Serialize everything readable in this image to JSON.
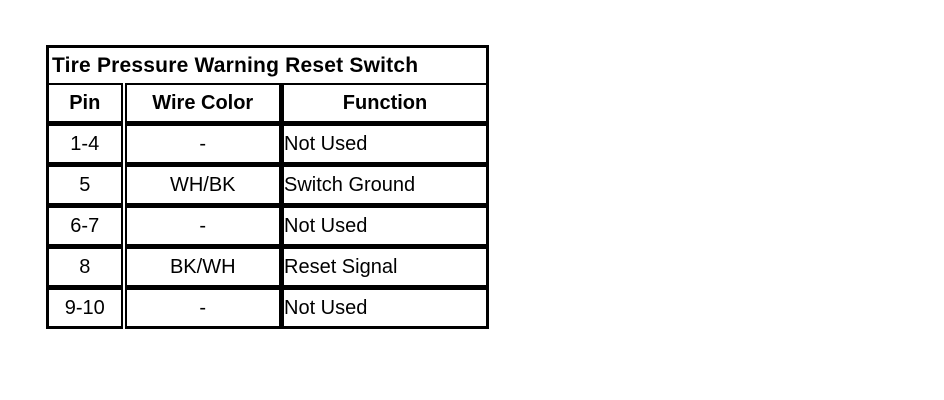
{
  "table": {
    "title": "Tire Pressure Warning Reset Switch",
    "columns": {
      "pin": "Pin",
      "wire_color": "Wire Color",
      "function": "Function"
    },
    "rows": [
      {
        "pin": "1-4",
        "wire_color": "-",
        "function": "Not Used"
      },
      {
        "pin": "5",
        "wire_color": "WH/BK",
        "function": "Switch Ground"
      },
      {
        "pin": "6-7",
        "wire_color": "-",
        "function": "Not Used"
      },
      {
        "pin": "8",
        "wire_color": "BK/WH",
        "function": "Reset Signal"
      },
      {
        "pin": "9-10",
        "wire_color": "-",
        "function": "Not Used"
      }
    ],
    "colors": {
      "border": "#000000",
      "text": "#000000",
      "background": "#ffffff"
    }
  }
}
